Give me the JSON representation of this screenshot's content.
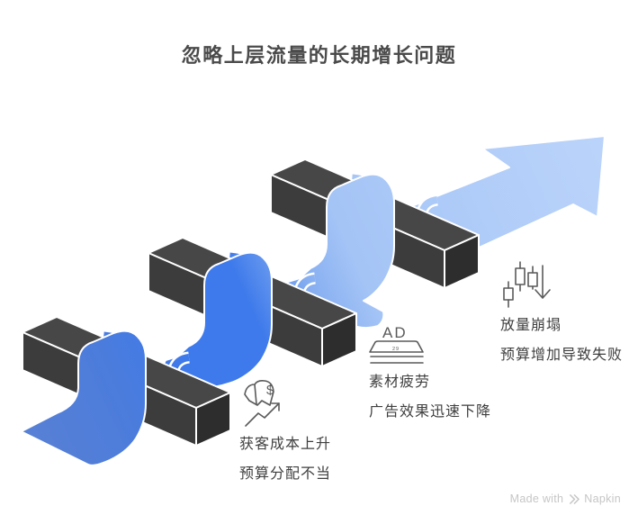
{
  "title": "忽略上层流量的长期增长问题",
  "labels": [
    {
      "name": "rising-cost",
      "line1": "获客成本上升",
      "line2": "预算分配不当",
      "icon": "rising-cost-icon",
      "dollar": "$"
    },
    {
      "name": "ad-fatigue",
      "line1": "素材疲劳",
      "line2": "广告效果迅速下降",
      "icon": "ad-fatigue-icon",
      "ad_text": "AD",
      "ad_small": "29"
    },
    {
      "name": "volume-collapse",
      "line1": "放量崩塌",
      "line2": "预算增加导致失败",
      "icon": "volume-collapse-icon"
    }
  ],
  "credit": {
    "made_with": "Made with",
    "brand": "Napkin"
  },
  "colors": {
    "background": "#ffffff",
    "title_text": "#4a4a4a",
    "label_text": "#3f3f3f",
    "icon_stroke": "#5a5a5a",
    "credit_text": "#c6c6c6",
    "bar_top": "#474747",
    "bar_front": "#3c3c3c",
    "bar_end": "#2d2d2d",
    "outline": "#ffffff",
    "ribbon_stops": [
      "#5880d5",
      "#4b7cdc",
      "#3e7aeb",
      "#3e7aeb",
      "#87aff1",
      "#a4c4f6",
      "#aecbf8",
      "#bad3fa"
    ]
  }
}
